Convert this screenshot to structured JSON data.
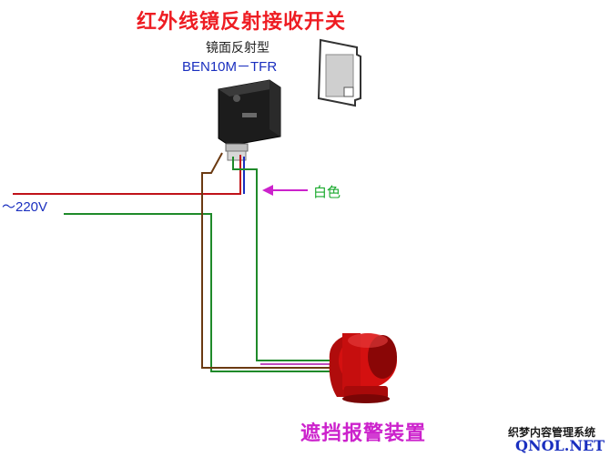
{
  "title": "红外线镜反射接收开关",
  "sensor": {
    "type_label": "镜面反射型",
    "model": "BEN10M－TFR"
  },
  "supply": {
    "voltage_label": "～220V"
  },
  "wire_note": {
    "label": "白色"
  },
  "alarm": {
    "label": "遮挡报警装置"
  },
  "watermark": {
    "line1": "织梦内容管理系统",
    "line2": "QNOL.NET"
  },
  "colors": {
    "title": "#ee1d23",
    "model": "#1a2fbf",
    "wire_red": "#c0121a",
    "wire_green": "#1f8a2a",
    "wire_brown": "#6b3a12",
    "wire_purple": "#c04cc0",
    "wire_blue": "#1a2fbf",
    "alarm_body": "#d41010",
    "note_label": "#18a92c",
    "alarm_label": "#cc22cc"
  },
  "icons": [
    "sensor-body-icon",
    "reflector-mirror-icon",
    "siren-alarm-icon",
    "arrow-left-icon"
  ]
}
